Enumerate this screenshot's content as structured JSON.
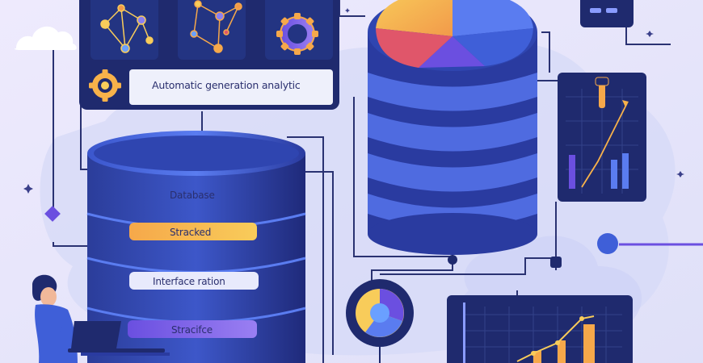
{
  "illustration": {
    "top_panel_caption": "Automatic generation analytic",
    "database_label": "Database",
    "pill_orange_label": "Stracked",
    "middle_label": "Interface ration",
    "pill_purple_label": "Stracifce",
    "icons": [
      "network-graph-icon",
      "network-graph-icon",
      "gear-icon",
      "gear-icon",
      "pie-chart-icon",
      "donut-chart-icon",
      "bar-chart-icon",
      "line-chart-icon",
      "cloud-icon",
      "person-icon",
      "laptop-icon"
    ]
  },
  "colors": {
    "background_light": "#f4f2fc",
    "background_blob": "#d9dcf7",
    "navy": "#1f2a6e",
    "blue": "#3f5fd8",
    "violet": "#6b4fe0",
    "orange": "#f6a84a",
    "yellow": "#f8cc5a",
    "red": "#e0566a"
  }
}
